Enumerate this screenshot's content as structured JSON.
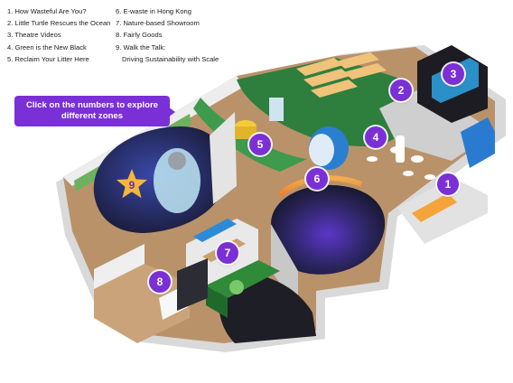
{
  "legend": {
    "col1": [
      "1. How Wasteful Are You?",
      "2. Little Turtle Rescues the Ocean",
      "3. Theatre Videos",
      "4. Green is the New Black",
      "5. Reclaim Your Litter Here"
    ],
    "col2": [
      "6. E-waste in Hong Kong",
      "7. Nature-based Showroom",
      "8. Fairly Goods",
      "9. Walk the Talk:",
      "Driving Sustainability with Scale"
    ]
  },
  "callout": {
    "text": "Click on the numbers to explore different zones"
  },
  "zones": [
    {
      "label": "1"
    },
    {
      "label": "2"
    },
    {
      "label": "3"
    },
    {
      "label": "4"
    },
    {
      "label": "5"
    },
    {
      "label": "6"
    },
    {
      "label": "7"
    },
    {
      "label": "8"
    },
    {
      "label": "9"
    }
  ],
  "colors": {
    "accent": "#7b2fd6",
    "star": "#f4b73a",
    "floor_wood": "#b99570",
    "floor_green": "#2d7a3a",
    "floor_dark": "#1f1f2a",
    "wall": "#dcdcdc"
  }
}
